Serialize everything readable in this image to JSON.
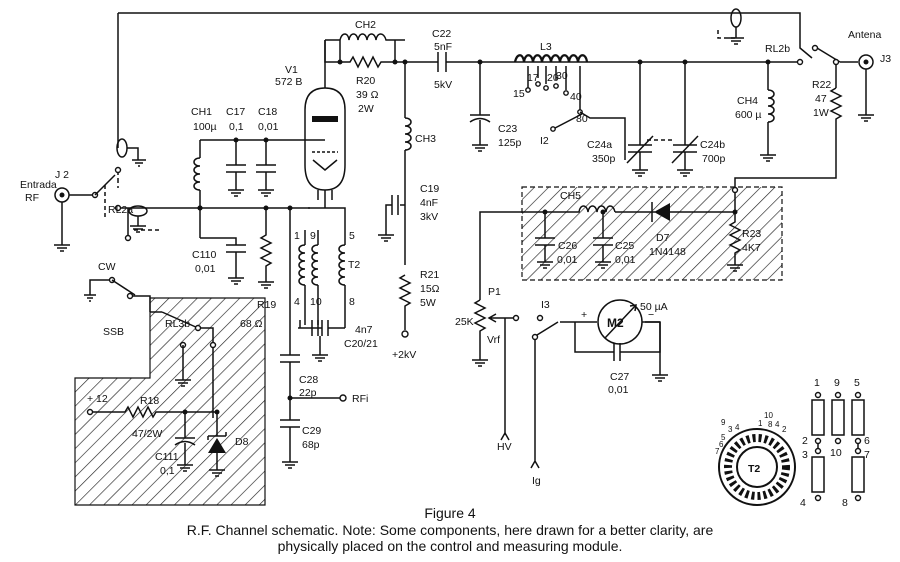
{
  "figure": {
    "title": "Figure 4",
    "caption_line1": "R.F. Channel schematic. Note: Some components, here drawn for a better clarity, are",
    "caption_line2": "physically placed on the control and measuring module."
  },
  "labels": {
    "entrada": "Entrada",
    "rf": "RF",
    "j2": "J 2",
    "j3": "J3",
    "antena": "Antena",
    "rl2a": "RL2a",
    "rl2b": "RL2b",
    "rl3b": "RL3b",
    "cw": "CW",
    "ssb": "SSB",
    "v1_name": "V1",
    "v1_type": "572 B",
    "ch1": "CH1",
    "ch1_val": "100µ",
    "c17": "C17",
    "c17_val": "0,1",
    "c18": "C18",
    "c18_val": "0,01",
    "ch2": "CH2",
    "r20": "R20",
    "r20_val1": "39 Ω",
    "r20_val2": "2W",
    "c22": "C22",
    "c22_val1": "5nF",
    "c22_val2": "5kV",
    "l3": "L3",
    "c23": "C23",
    "c23_val": "125p",
    "c24a": "C24a",
    "c24a_val": "350p",
    "c24b": "C24b",
    "c24b_val": "700p",
    "i2": "I2",
    "ch4": "CH4",
    "ch4_val": "600 µ",
    "r22": "R22",
    "r22_val1": "47",
    "r22_val2": "1W",
    "ch3": "CH3",
    "c19": "C19",
    "c19_val1": "4nF",
    "c19_val2": "3kV",
    "r21": "R21",
    "r21_val1": "15Ω",
    "r21_val2": "5W",
    "plus2kv": "+2kV",
    "c110": "C110",
    "c110_val": "0,01",
    "r19": "R19",
    "t2": "T2",
    "c2021_val": "4n7",
    "c2021": "C20/21",
    "c28": "C28",
    "c28_val": "22p",
    "c29": "C29",
    "c29_val": "68p",
    "rfi": "RFi",
    "ohm68": "68 Ω",
    "plus12": "+ 12",
    "r18": "R18",
    "r18_val": "47/2W",
    "c111": "C111",
    "c111_val": "0,1",
    "d8": "D8",
    "ch5": "CH5",
    "d7": "D7",
    "d7_val": "1N4148",
    "c26": "C26",
    "c26_val": "0,01",
    "c25": "C25",
    "c25_val": "0,01",
    "r23": "R23",
    "r23_val": "4K7",
    "p1": "P1",
    "p1_val": "25K",
    "vrf": "Vrf",
    "hv": "HV",
    "i3": "I3",
    "ig": "Ig",
    "m2": "M2",
    "m2_val": "50 µA",
    "c27": "C27",
    "c27_val": "0,01",
    "plus": "+",
    "minus": "−"
  },
  "tap_labels": {
    "l3": [
      "15",
      "17",
      "20",
      "30",
      "40",
      "80"
    ],
    "t2_pins": [
      "1",
      "9",
      "5",
      "4",
      "10",
      "8"
    ],
    "t2_detail_pins": [
      "1",
      "9",
      "5",
      "2",
      "3",
      "10",
      "6",
      "7",
      "4",
      "8"
    ],
    "t2_toroid": [
      "9",
      "3",
      "4",
      "5",
      "6",
      "7",
      "1",
      "10",
      "8",
      "4",
      "2"
    ]
  }
}
